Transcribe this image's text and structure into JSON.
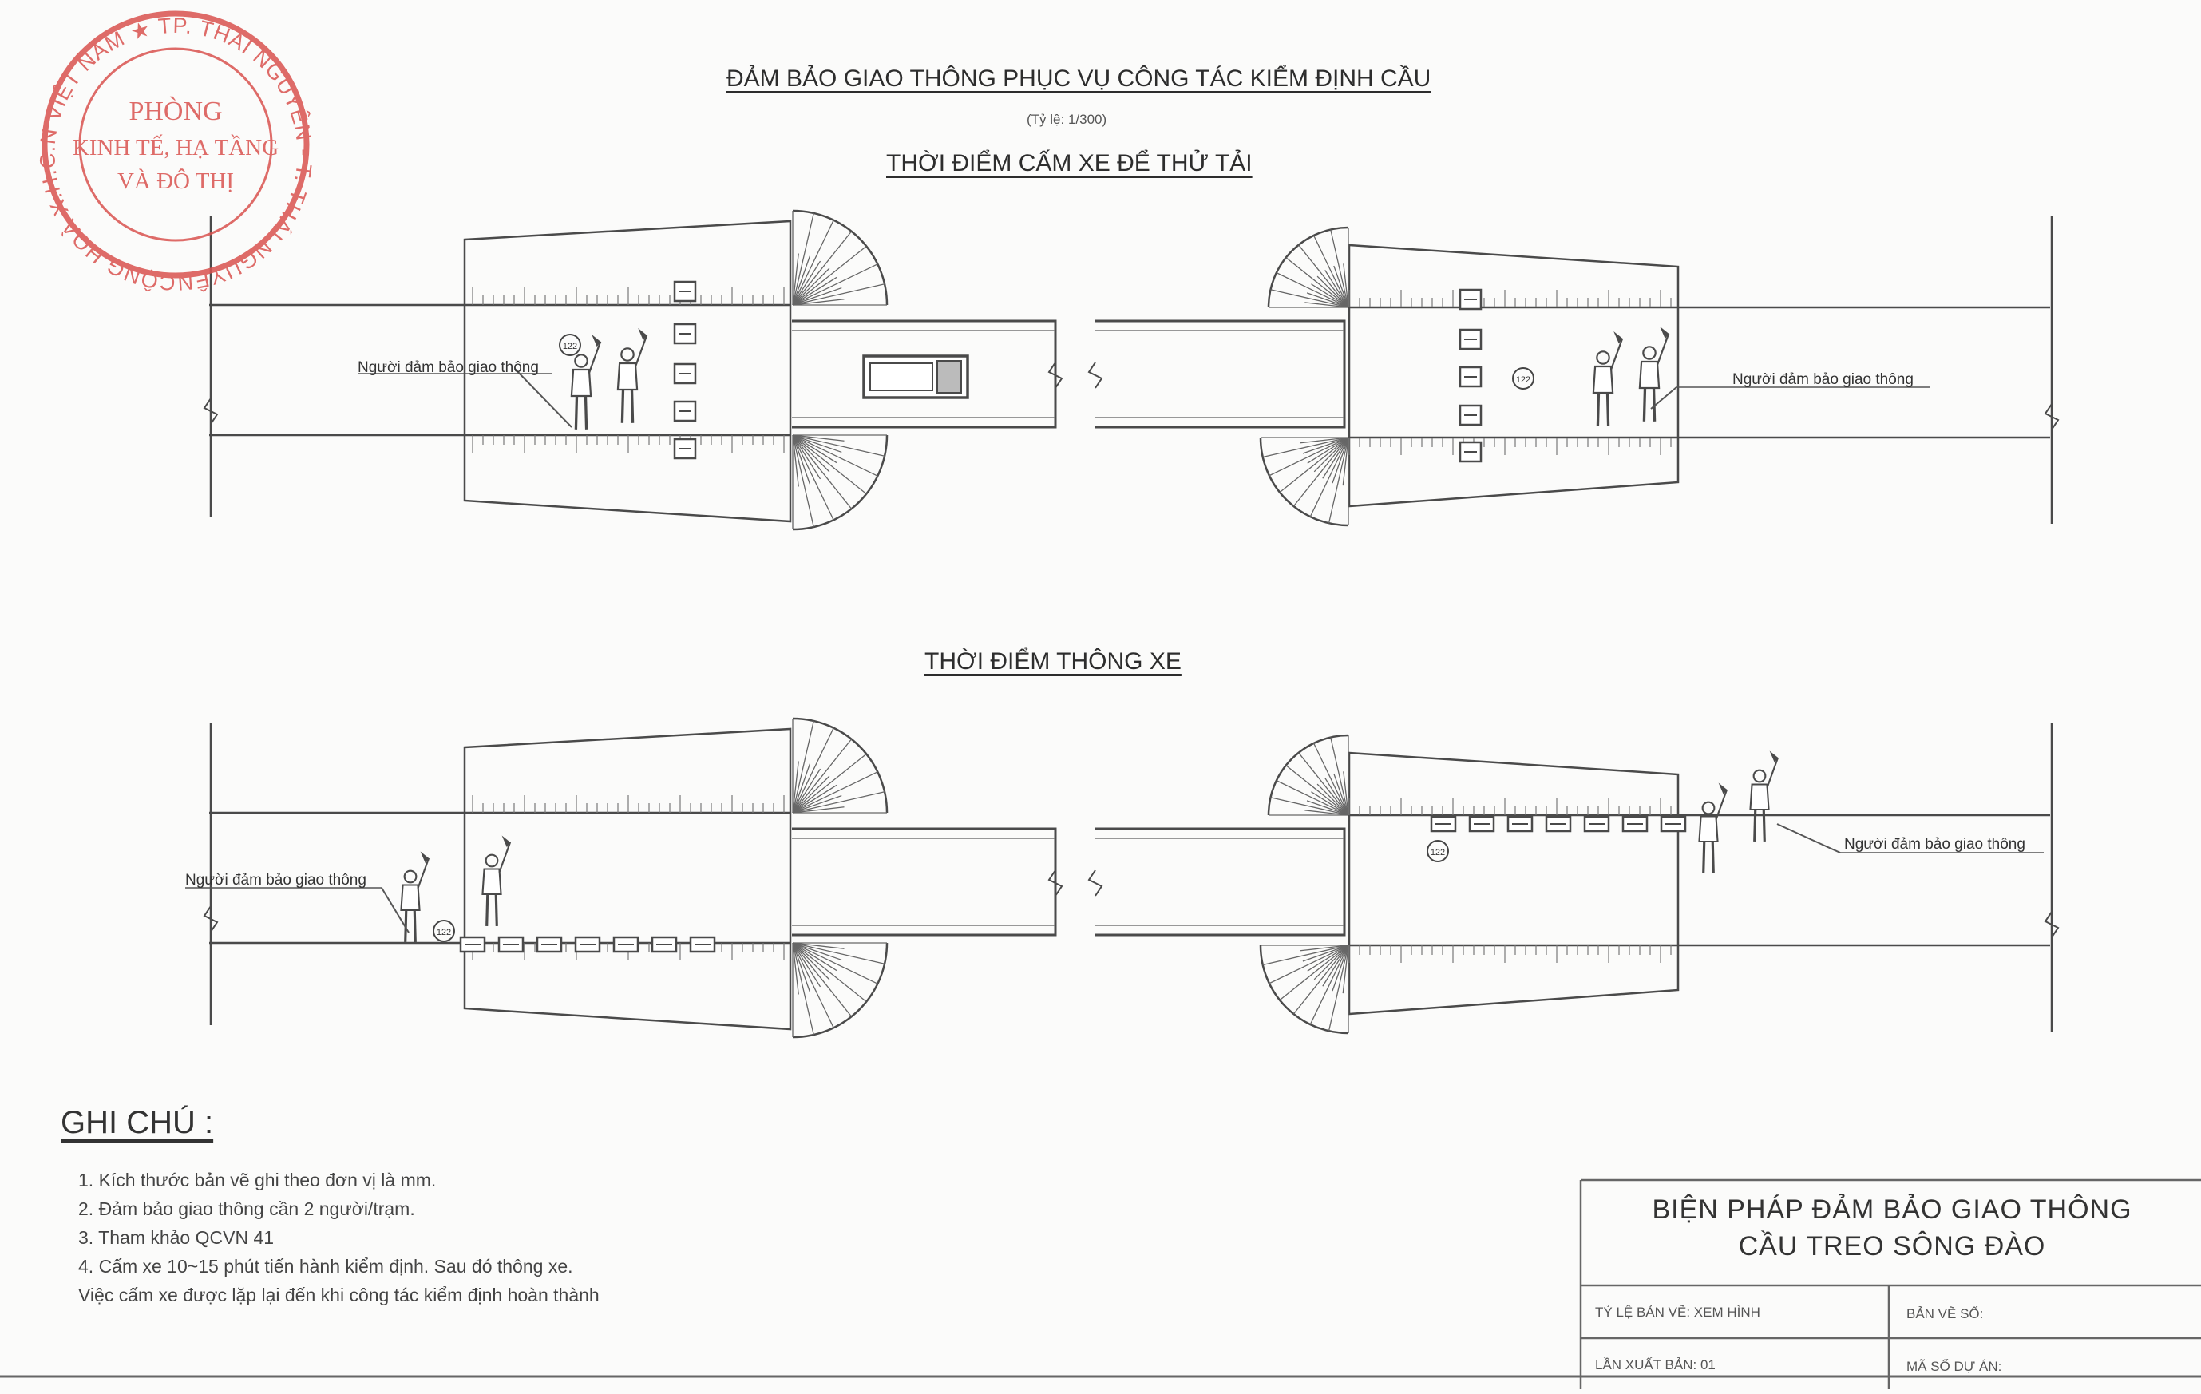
{
  "drawing": {
    "title": "ĐẢM BẢO GIAO THÔNG PHỤC VỤ CÔNG TÁC KIỂM ĐỊNH CẦU",
    "scale_note": "(Tỷ lệ: 1/300)",
    "section1_title": "THỜI ĐIỂM CẤM XE ĐỂ THỬ TẢI",
    "section2_title": "THỜI ĐIỂM THÔNG XE",
    "person_label": "Người đảm bảo giao thông",
    "sign_code": "122"
  },
  "stamp": {
    "ring_text": "CỘNG HOÀ X.H.C.N VIỆT NAM ★ TP. THÁI NGUYÊN - T. THÁI NGUYÊN ★",
    "line1": "PHÒNG",
    "line2": "KINH TẾ, HẠ TẦNG",
    "line3": "VÀ ĐÔ THỊ",
    "color": "#d9534f"
  },
  "notes": {
    "title": "GHI CHÚ :",
    "items": [
      "1. Kích thước bản vẽ ghi theo đơn vị là mm.",
      "2. Đảm bảo giao thông cần 2 người/trạm.",
      "3. Tham khảo QCVN 41",
      "4. Cấm xe 10~15 phút tiến hành kiểm định. Sau đó thông xe.",
      "Việc cấm xe được lặp lại đến khi công tác kiểm định hoàn thành"
    ]
  },
  "title_block": {
    "title_line1": "BIỆN PHÁP ĐẢM BẢO GIAO THÔNG",
    "title_line2": "CẦU TREO SÔNG ĐÀO",
    "scale_cell": "TỶ LỆ BẢN VẼ: XEM HÌNH",
    "sheet_no_cell": "BẢN VẼ SỐ:",
    "issue_cell": "LẦN XUẤT BẢN: 01",
    "project_cell": "MÃ SỐ DỰ ÁN:"
  }
}
